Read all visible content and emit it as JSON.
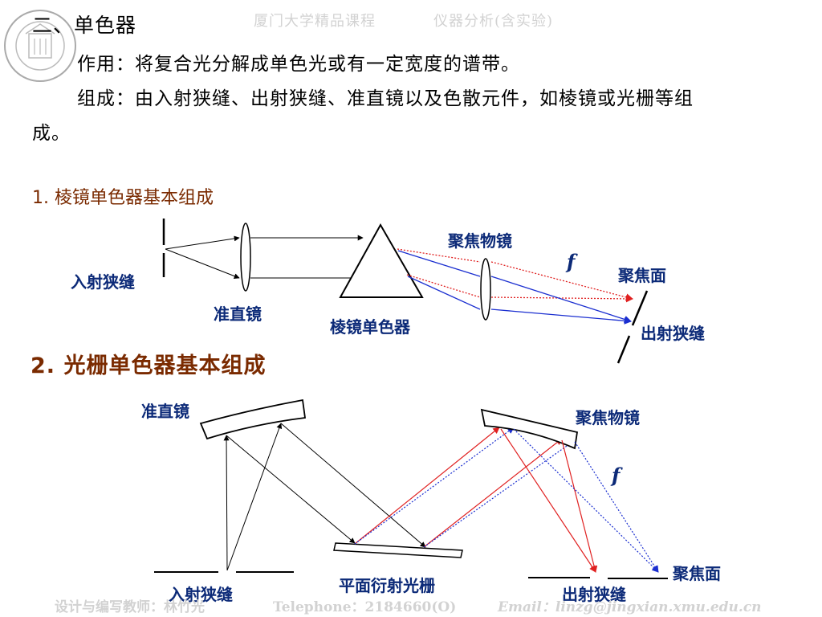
{
  "header": {
    "section_title": "二、单色器",
    "watermark_course": "厦门大学精品课程",
    "watermark_subject": "仪器分析(含实验)"
  },
  "body": {
    "para_function": "作用：将复合光分解成单色光或有一定宽度的谱带。",
    "para_composition_line1": "组成：由入射狭缝、出射狭缝、准直镜以及色散元件，如棱镜或光栅等组",
    "para_composition_line2": "成。"
  },
  "sections": {
    "prism_title": "1. 棱镜单色器基本组成",
    "grating_title": "2.  光栅单色器基本组成"
  },
  "prism_diagram": {
    "entrance_slit": "入射狭缝",
    "collimator": "准直镜",
    "prism": "棱镜单色器",
    "focusing_lens": "聚焦物镜",
    "focal_length": "f",
    "focal_plane": "聚焦面",
    "exit_slit": "出射狭缝"
  },
  "grating_diagram": {
    "collimator": "准直镜",
    "focusing_mirror": "聚焦物镜",
    "focal_length": "f",
    "focal_plane": "聚焦面",
    "grating": "平面衍射光栅",
    "entrance_slit": "入射狭缝",
    "exit_slit": "出射狭缝"
  },
  "footer": {
    "author": "设计与编写教师：林竹光",
    "telephone": "Telephone：2184660(O)",
    "email": "Email：linzg@jingxian.xmu.edu.cn"
  },
  "colors": {
    "ray_black": "#000000",
    "ray_red": "#e02020",
    "ray_blue": "#1a2ed0",
    "label_blue": "#0c2a78",
    "heading_brown": "#7a2a00"
  }
}
